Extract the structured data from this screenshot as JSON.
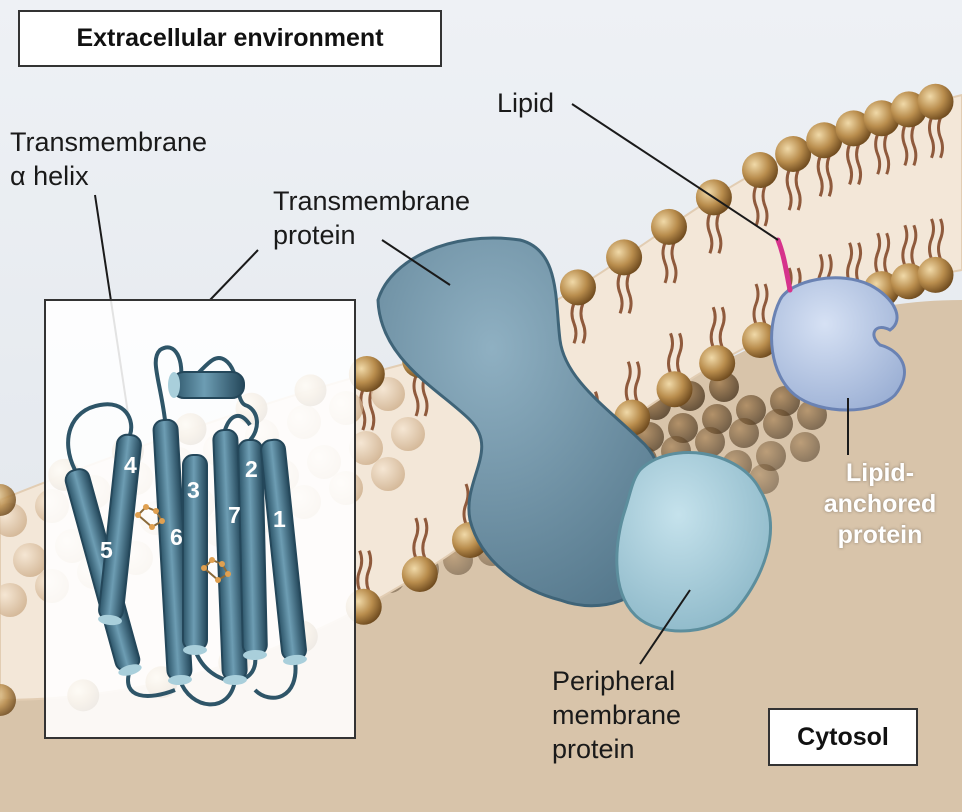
{
  "labels": {
    "extracellular": "Extracellular environment",
    "cytosol": "Cytosol",
    "lipid": "Lipid",
    "transmembrane_helix_line1": "Transmembrane",
    "transmembrane_helix_line2": "α helix",
    "transmembrane_protein_line1": "Transmembrane",
    "transmembrane_protein_line2": "protein",
    "lipid_anchored_line1": "Lipid-",
    "lipid_anchored_line2": "anchored",
    "lipid_anchored_line3": "protein",
    "peripheral_line1": "Peripheral",
    "peripheral_line2": "membrane",
    "peripheral_line3": "protein"
  },
  "helix_numbers": [
    "1",
    "2",
    "3",
    "4",
    "5",
    "6",
    "7"
  ],
  "colors": {
    "background_top": "#e6eaf0",
    "bilayer_interior": "#f2e6d6",
    "lipid_head": "#b38a4d",
    "lipid_tail": "#8f5a3c",
    "transmembrane_protein": "#6f94a8",
    "peripheral_protein": "#a7cfdc",
    "lipid_anchored_protein": "#b7c8e6",
    "lipid_anchor": "#d6338c",
    "helix": "#3f6f86",
    "cytosol_floor": "#d9c8b2"
  }
}
